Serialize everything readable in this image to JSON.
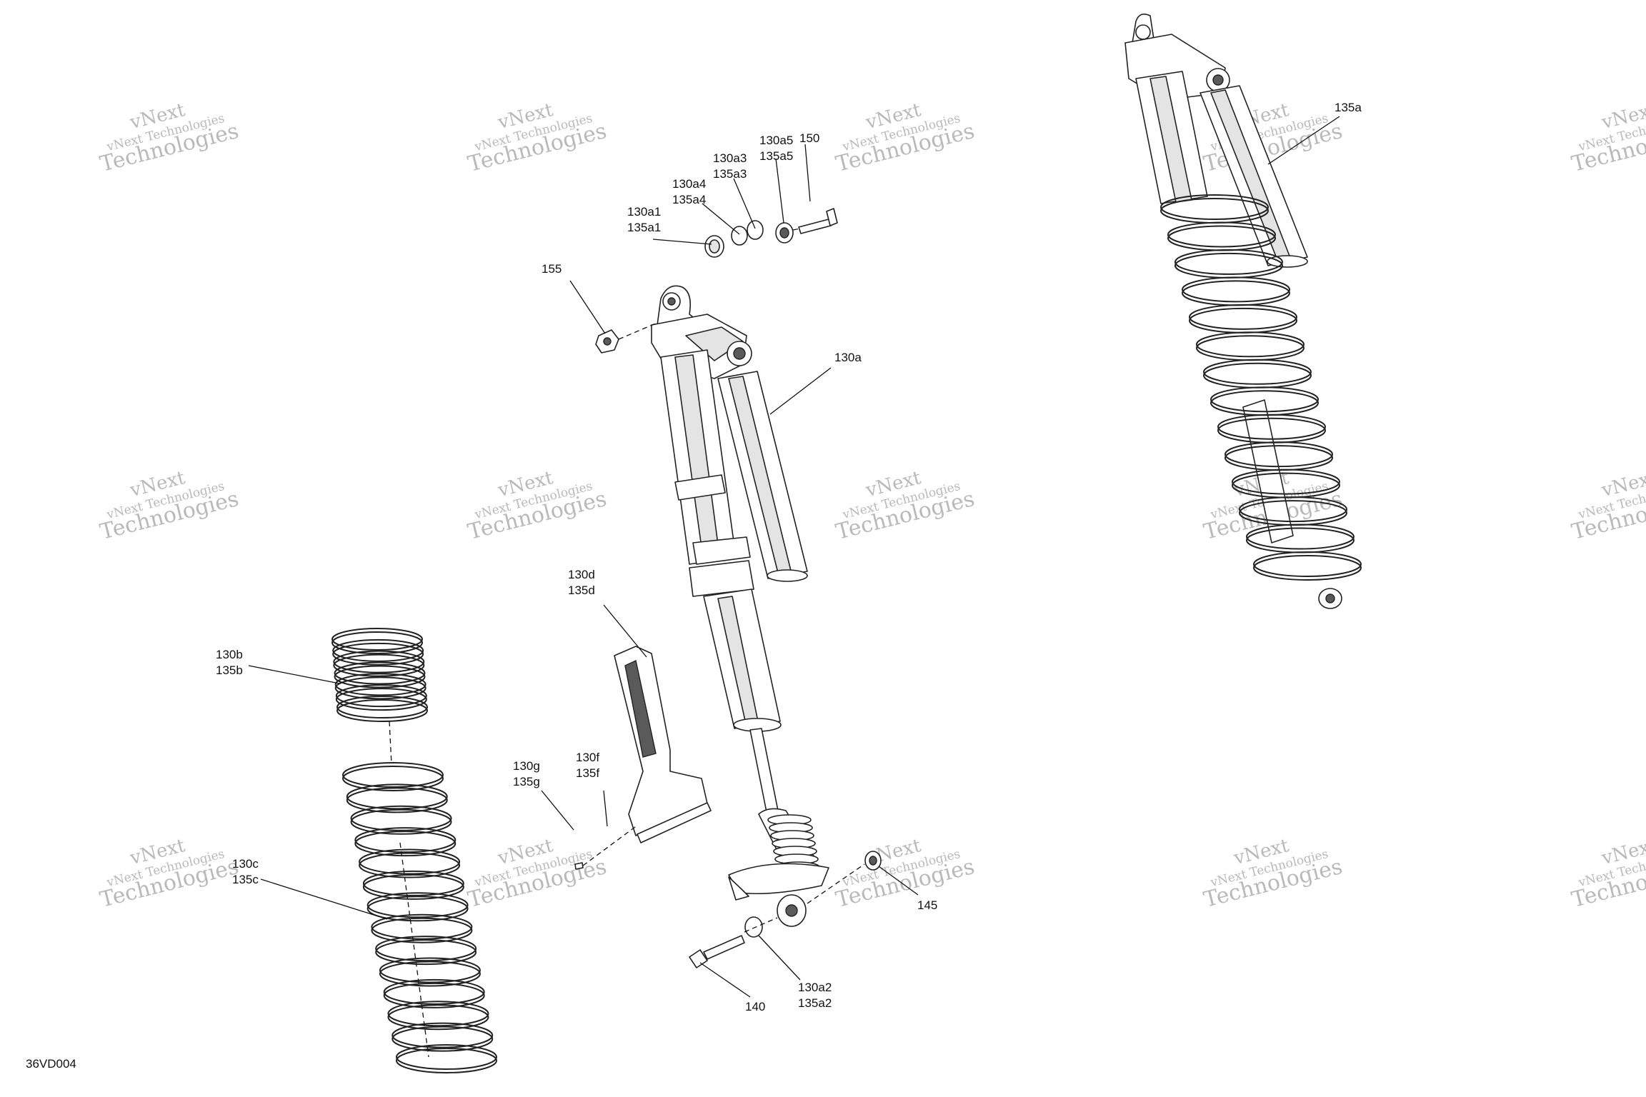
{
  "diagram": {
    "code": "36VD004",
    "watermark": {
      "line1": "vNext",
      "line2": "vNext Technologies",
      "line3": "Technologies"
    },
    "callouts": [
      {
        "id": "150",
        "lines": [
          "150"
        ]
      },
      {
        "id": "130a5",
        "lines": [
          "130a5",
          "135a5"
        ]
      },
      {
        "id": "130a3",
        "lines": [
          "130a3",
          "135a3"
        ]
      },
      {
        "id": "130a4",
        "lines": [
          "130a4",
          "135a4"
        ]
      },
      {
        "id": "130a1",
        "lines": [
          "130a1",
          "135a1"
        ]
      },
      {
        "id": "155",
        "lines": [
          "155"
        ]
      },
      {
        "id": "130a",
        "lines": [
          "130a"
        ]
      },
      {
        "id": "135a",
        "lines": [
          "135a"
        ]
      },
      {
        "id": "130d",
        "lines": [
          "130d",
          "135d"
        ]
      },
      {
        "id": "130b",
        "lines": [
          "130b",
          "135b"
        ]
      },
      {
        "id": "130g",
        "lines": [
          "130g",
          "135g"
        ]
      },
      {
        "id": "130f",
        "lines": [
          "130f",
          "135f"
        ]
      },
      {
        "id": "130c",
        "lines": [
          "130c",
          "135c"
        ]
      },
      {
        "id": "145",
        "lines": [
          "145"
        ]
      },
      {
        "id": "140",
        "lines": [
          "140"
        ]
      },
      {
        "id": "130a2",
        "lines": [
          "130a2",
          "135a2"
        ]
      }
    ]
  }
}
